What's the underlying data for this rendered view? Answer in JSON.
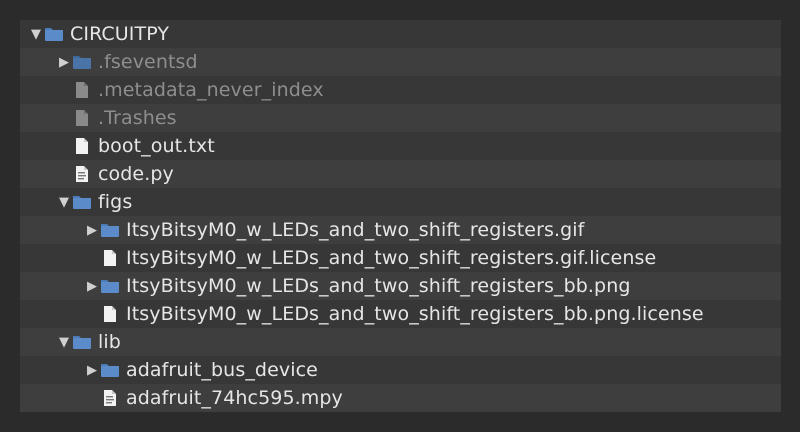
{
  "tree": {
    "items": [
      {
        "name": "CIRCUITPY",
        "kind": "folder",
        "expanded": true,
        "hidden": false
      },
      {
        "name": ".fseventsd",
        "kind": "folder",
        "expanded": false,
        "hidden": true
      },
      {
        "name": ".metadata_never_index",
        "kind": "file",
        "hidden": true
      },
      {
        "name": ".Trashes",
        "kind": "file",
        "hidden": true
      },
      {
        "name": "boot_out.txt",
        "kind": "file",
        "hidden": false
      },
      {
        "name": "code.py",
        "kind": "script",
        "hidden": false
      },
      {
        "name": "figs",
        "kind": "folder",
        "expanded": true,
        "hidden": false
      },
      {
        "name": "ItsyBitsyM0_w_LEDs_and_two_shift_registers.gif",
        "kind": "folder",
        "expanded": false,
        "hidden": false
      },
      {
        "name": "ItsyBitsyM0_w_LEDs_and_two_shift_registers.gif.license",
        "kind": "file",
        "hidden": false
      },
      {
        "name": "ItsyBitsyM0_w_LEDs_and_two_shift_registers_bb.png",
        "kind": "folder",
        "expanded": false,
        "hidden": false
      },
      {
        "name": "ItsyBitsyM0_w_LEDs_and_two_shift_registers_bb.png.license",
        "kind": "file",
        "hidden": false
      },
      {
        "name": "lib",
        "kind": "folder",
        "expanded": true,
        "hidden": false
      },
      {
        "name": "adafruit_bus_device",
        "kind": "folder",
        "expanded": false,
        "hidden": false
      },
      {
        "name": "adafruit_74hc595.mpy",
        "kind": "script",
        "hidden": false
      }
    ]
  },
  "icons": {
    "expanded": "triangle-down-icon",
    "collapsed": "triangle-right-icon",
    "folder": "folder-icon",
    "file": "document-icon",
    "script": "script-document-icon"
  },
  "colors": {
    "background": "#2b2b2b",
    "panel": "#373737",
    "row_alt": "#3e3e3e",
    "folder": "#5b8bc9",
    "text": "#e6e6e6",
    "hidden_text": "#8e8e8e"
  }
}
